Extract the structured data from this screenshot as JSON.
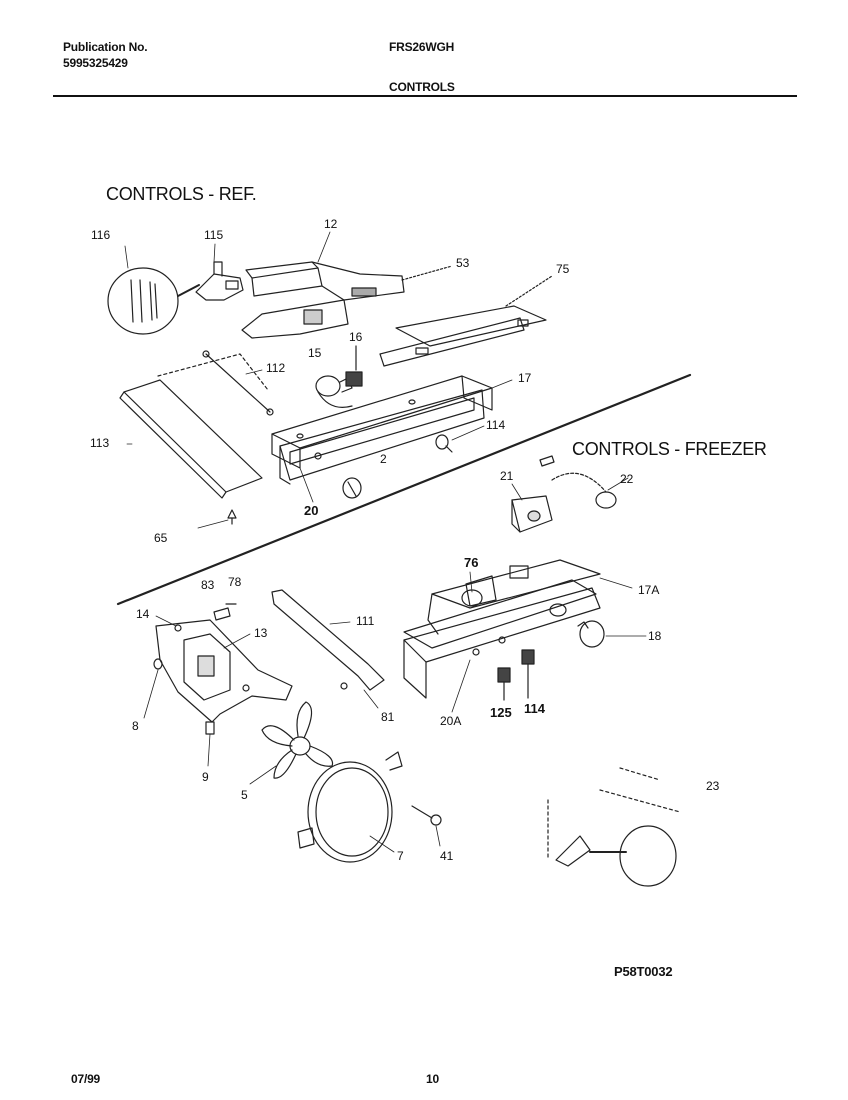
{
  "header": {
    "publication_label": "Publication No.",
    "publication_number": "5995325429",
    "model": "FRS26WGH",
    "section": "CONTROLS"
  },
  "sections": {
    "ref": "CONTROLS - REF.",
    "freezer": "CONTROLS - FREEZER"
  },
  "callouts": {
    "c116": "116",
    "c115": "115",
    "c12": "12",
    "c53": "53",
    "c75": "75",
    "c15": "15",
    "c16": "16",
    "c112": "112",
    "c17": "17",
    "c113": "113",
    "c114a": "114",
    "c2": "2",
    "c20": "20",
    "c65": "65",
    "c21": "21",
    "c22": "22",
    "c76": "76",
    "c17a": "17A",
    "c18": "18",
    "c83": "83",
    "c78": "78",
    "c14": "14",
    "c13": "13",
    "c111": "111",
    "c8": "8",
    "c81": "81",
    "c20a": "20A",
    "c125": "125",
    "c114b": "114",
    "c9": "9",
    "c5": "5",
    "c23": "23",
    "c7": "7",
    "c41": "41"
  },
  "footer": {
    "diagram_code": "P58T0032",
    "date": "07/99",
    "page": "10"
  }
}
